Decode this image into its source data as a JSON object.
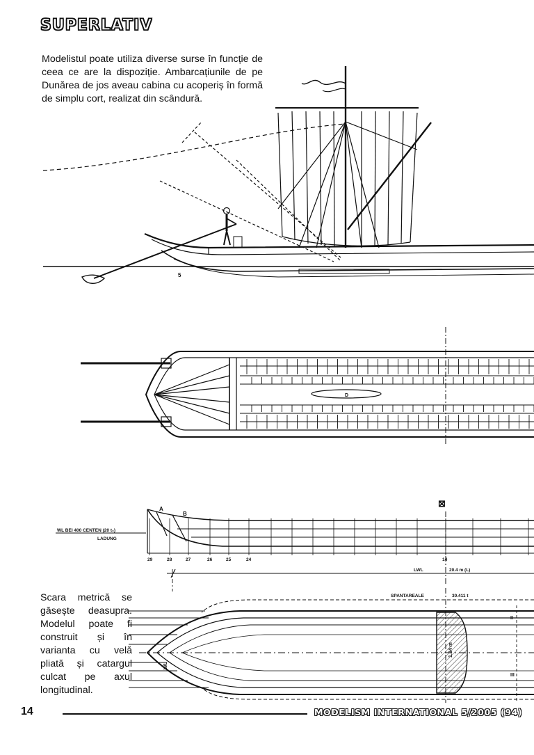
{
  "header": {
    "title": "SUPERLATIV"
  },
  "intro": {
    "text": "Modelistul poate utiliza diverse surse în funcție de ceea ce are la dispoziție. Ambarcațiunile de pe Dunărea de jos aveau cabina cu acoperiș în formă de simplu cort, realizat din scândură."
  },
  "scale_note": {
    "text": "Scara metrică se găsește deasupra. Modelul poate fi construit și în varianta cu velă pliată și catargul culcat pe axul longitudinal."
  },
  "plan_labels": {
    "wl_line1": "WL BEI 400 CENTEN (20 t₀)",
    "wl_line2": "LADUNG",
    "point_a": "A",
    "point_b": "B",
    "station_29": "29",
    "station_28": "28",
    "station_27": "27",
    "station_26": "26",
    "station_25": "25",
    "station_24": "24",
    "station_14": "14",
    "lwl_label": "LWL",
    "lwl_value": "20.4 m (L)",
    "spantareale_label": "SPANTAREALE",
    "spantareale_value": "30.411 t",
    "beam_value": "1.84 m",
    "wl_small": "WL",
    "hull_mark": "5",
    "deck_mark": "D"
  },
  "footer": {
    "page_number": "14",
    "journal": "MODELISM INTERNATIONAL 5/2005 (94)"
  }
}
